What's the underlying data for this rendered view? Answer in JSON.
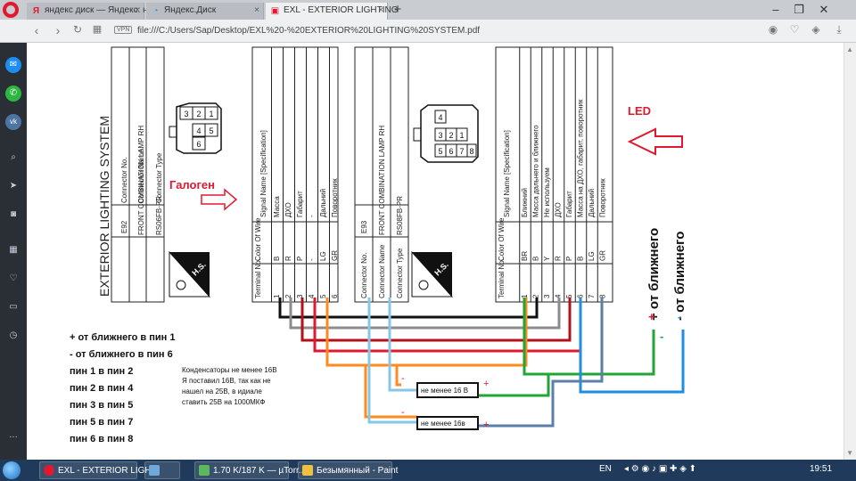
{
  "browser": {
    "tabs": [
      {
        "label": "яндекс диск — Яндекс: на"
      },
      {
        "label": "Яндекс.Диск"
      },
      {
        "label": "EXL - EXTERIOR LIGHTING"
      }
    ],
    "new_tab": "+",
    "vpn": "VPN",
    "url": "file:///C:/Users/Sap/Desktop/EXL%20-%20EXTERIOR%20LIGHTING%20SYSTEM.pdf"
  },
  "doc": {
    "system_title": "EXTERIOR LIGHTING SYSTEM",
    "connector_no_label": "Connector No.",
    "connector_name_label": "Connector Name",
    "connector_type_label": "Connector Type",
    "e92": {
      "no": "E92",
      "name": "FRONT COMBINATION LAMP RH",
      "type": "RS06FB-PR"
    },
    "e93": {
      "no": "E93",
      "name": "FRONT COMBINATION LAMP RH",
      "type": "RS08FB-PR"
    },
    "hs": "H.S.",
    "col_terminal": "Terminal No.",
    "col_color": "Color Of Wire",
    "col_signal": "Signal Name [Specification]",
    "left_table": [
      {
        "no": "1",
        "color": "B",
        "signal": "Масса"
      },
      {
        "no": "2",
        "color": "R",
        "signal": "ДХО"
      },
      {
        "no": "3",
        "color": "P",
        "signal": "Габарит"
      },
      {
        "no": "4",
        "color": "-",
        "signal": "-"
      },
      {
        "no": "5",
        "color": "LG",
        "signal": "Дальний"
      },
      {
        "no": "6",
        "color": "GR",
        "signal": "Поворотник"
      }
    ],
    "right_table": [
      {
        "no": "1",
        "color": "BR",
        "signal": "Ближний"
      },
      {
        "no": "2",
        "color": "B",
        "signal": "Масса дальнего и ближнего"
      },
      {
        "no": "3",
        "color": "Y",
        "signal": "Не используем"
      },
      {
        "no": "4",
        "color": "R",
        "signal": "ДХО"
      },
      {
        "no": "5",
        "color": "P",
        "signal": "Габарит"
      },
      {
        "no": "6",
        "color": "B",
        "signal": "Масса на ДХО, габарит, поворотник"
      },
      {
        "no": "7",
        "color": "LG",
        "signal": "Дальний"
      },
      {
        "no": "8",
        "color": "GR",
        "signal": "Поворотник"
      }
    ],
    "pins6": [
      "3",
      "2",
      "1",
      "4",
      "5",
      "6"
    ],
    "pins8": [
      "1",
      "2",
      "3",
      "4",
      "5",
      "6",
      "7",
      "8"
    ],
    "halogen_label": "Галоген",
    "led_label": "LED",
    "plus_label": "+ от ближнего",
    "minus_label": "- от ближнего",
    "plus_sign": "+",
    "minus_sign": "-",
    "wiring_notes": [
      "+ от ближнего в пин 1",
      "- от ближнего в пин 6",
      "пин 1 в пин 2",
      "пин 2 в пин 4",
      "пин 3 в пин 5",
      "пин 5 в пин 7",
      "пин 6 в пин 8"
    ],
    "capacitor_note": [
      "Конденсаторы не менее 16В",
      "Я поставил 16В, так как не",
      "нашел на 25В, в идиале",
      "ставить 25В на 1000МКФ"
    ],
    "cap1_label": "не менее 16 В",
    "cap2_label": "не менее 16в",
    "cap_plus": "+",
    "cap_minus": "-"
  },
  "taskbar": {
    "items": [
      {
        "label": "EXL - EXTERIOR LIGH..."
      },
      {
        "label": ""
      },
      {
        "label": "1.70 K/187 K — µTorr..."
      },
      {
        "label": "Безымянный - Paint"
      }
    ],
    "lang": "EN",
    "time": "19:51"
  },
  "colors": {
    "red": "#e0192e",
    "orange": "#ff8a1f",
    "green": "#21a535",
    "blue": "#1f8ee0",
    "lightblue": "#86c7e8",
    "gray": "#8c8c8c"
  }
}
